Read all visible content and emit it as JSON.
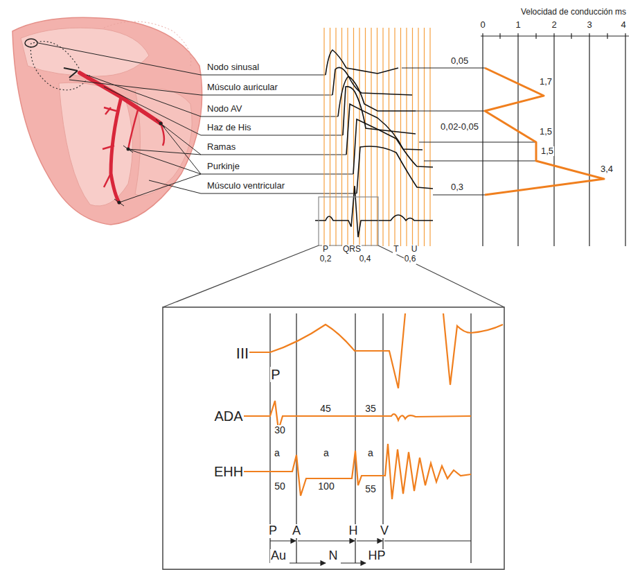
{
  "diagram": {
    "labels": [
      "Velocidad de conducción ms",
      "0",
      "1",
      "2",
      "3",
      "4",
      "Nodo sinusal",
      "Músculo auricular",
      "Nodo AV",
      "Haz de His",
      "Ramas",
      "Purkinje",
      "Músculo ventricular",
      "0,05",
      "1,7",
      "0,02-0,05",
      "1,5",
      "1,5",
      "3,4",
      "0,3",
      "P",
      "QRS",
      "T",
      "U",
      "0,2",
      "0,4",
      "0,6",
      "III",
      "P",
      "ADA",
      "30",
      "45",
      "35",
      "a",
      "a",
      "a",
      "EHH",
      "50",
      "100",
      "55",
      "P",
      "A",
      "H",
      "V",
      "Au",
      "N",
      "HP"
    ]
  }
}
